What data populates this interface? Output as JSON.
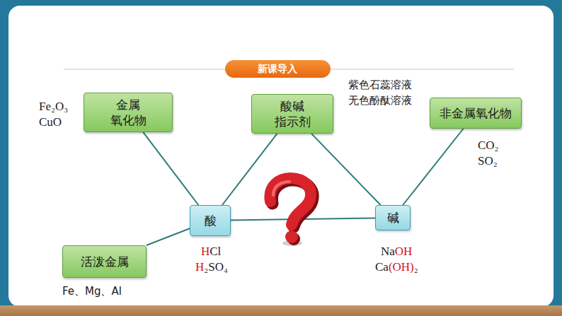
{
  "diagram": {
    "title": "新课导入",
    "nodes": [
      {
        "text": [
          "金属 氧化物"
        ]
      },
      {
        "text": [
          "酸碱 指示剂"
        ]
      },
      {
        "text": [
          "非金属氧化物"
        ]
      },
      {
        "text": [
          "酸"
        ]
      },
      {
        "text": [
          "碱"
        ]
      },
      {
        "text": [
          "活泼金属"
        ]
      }
    ],
    "edges": [
      {
        "from": 0,
        "to": 3,
        "arrow": "none"
      },
      {
        "from": 1,
        "to": 3,
        "arrow": "none"
      },
      {
        "from": 1,
        "to": 4,
        "arrow": "none"
      },
      {
        "from": 2,
        "to": 4,
        "arrow": "none"
      },
      {
        "from": 5,
        "to": 3,
        "arrow": "none"
      },
      {
        "from": 3,
        "to": 4,
        "arrow": "none"
      }
    ],
    "labels": [
      "Fe₂O₃",
      "CuO",
      "紫色石蕊溶液",
      "无色酚酞溶液",
      "CO₂",
      "SO₂",
      "HCl",
      "H₂SO₄",
      "NaOH",
      "Ca(OH)₂",
      "Fe、Mg、Al"
    ]
  }
}
